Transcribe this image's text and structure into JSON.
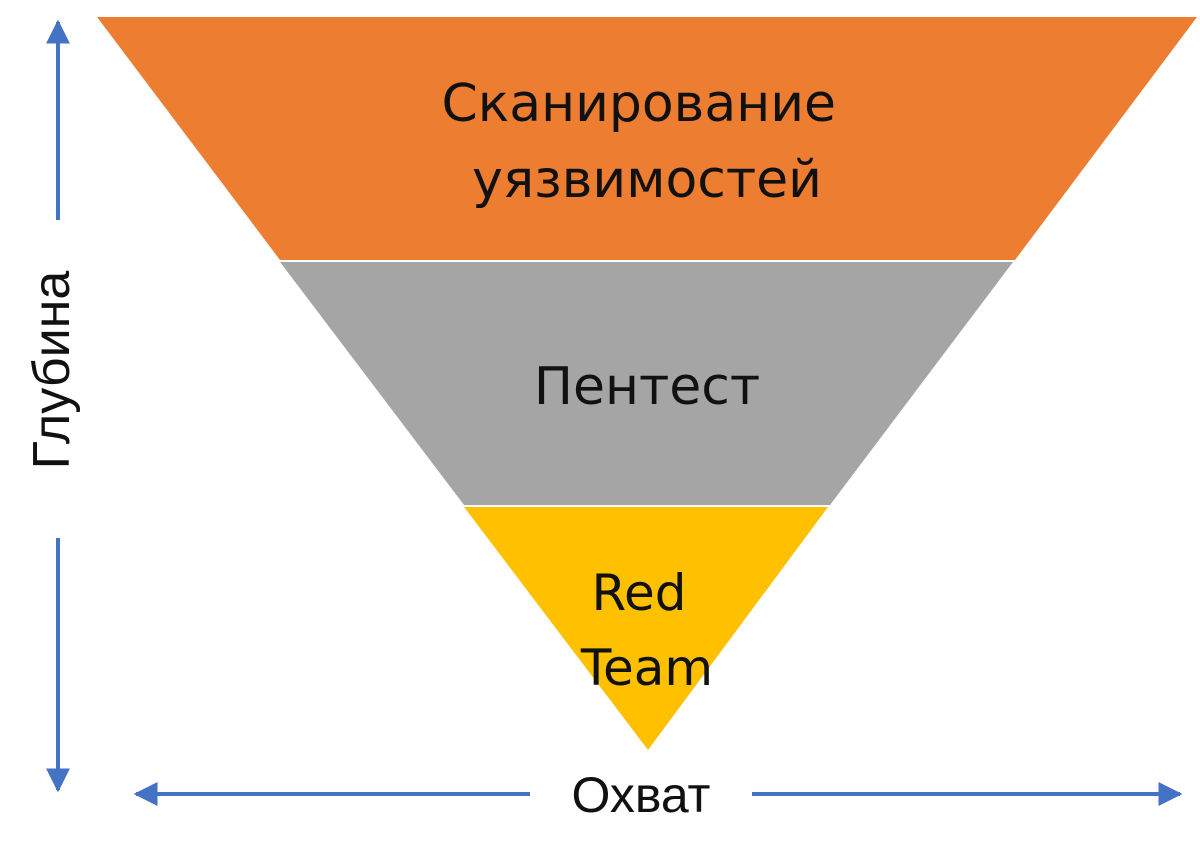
{
  "diagram": {
    "segments": [
      {
        "lines": [
          "Сканирование",
          "уязвимостей"
        ],
        "color": "#ED7D31"
      },
      {
        "lines": [
          "Пентест"
        ],
        "color": "#A5A5A5"
      },
      {
        "lines": [
          "Red",
          "Team"
        ],
        "color": "#FFC000"
      }
    ],
    "axes": {
      "depth_label": "Глубина",
      "coverage_label": "Охват",
      "arrow_color": "#4472C4"
    }
  }
}
